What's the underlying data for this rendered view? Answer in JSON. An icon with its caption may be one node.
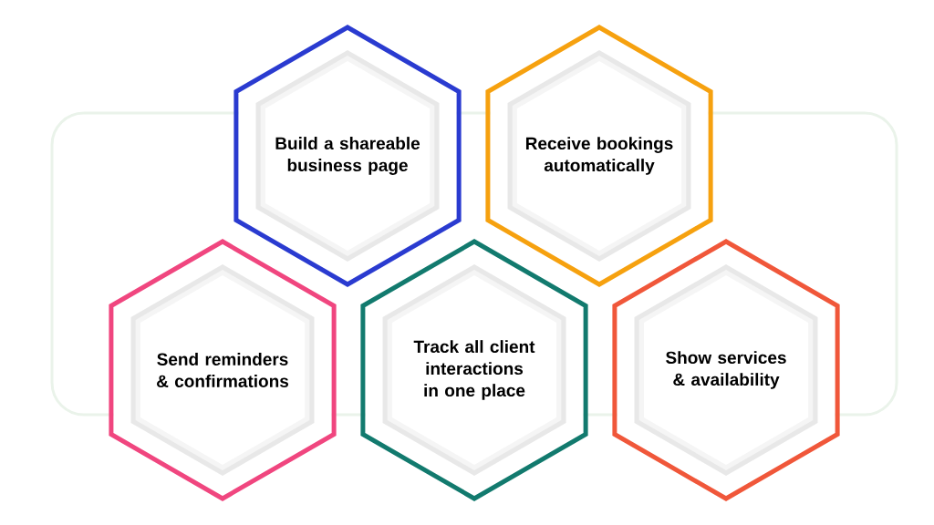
{
  "diagram": {
    "nodes": [
      {
        "text": [
          "Build a shareable business page"
        ]
      },
      {
        "text": [
          "Receive bookings automatically"
        ]
      },
      {
        "text": [
          "Send reminders & confirmations"
        ]
      },
      {
        "text": [
          "Track all client interactions in one place"
        ]
      },
      {
        "text": [
          "Show services & availability"
        ]
      }
    ]
  }
}
